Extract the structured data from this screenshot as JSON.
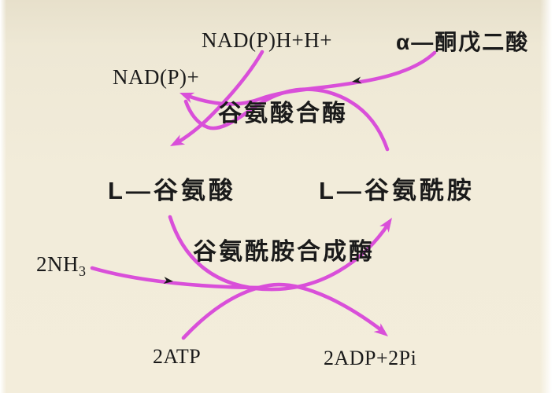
{
  "slide": {
    "molecules": {
      "nadph": "NAD(P)H+H+",
      "nadp": "NAD(P)+",
      "alpha_ketoglutarate": "α—酮戊二酸",
      "l_glutamate": "L—谷氨酸",
      "l_glutamine": "L—谷氨酰胺",
      "ammonia_base": "2NH",
      "ammonia_subscript": "3",
      "atp": "2ATP",
      "adp_pi": "2ADP+2Pi"
    },
    "enzymes": {
      "glutamate_synthase": "谷氨酸合酶",
      "glutamine_synthetase": "谷氨酰胺合成酶"
    },
    "arrows": [
      {
        "id": "top-cycle-arc",
        "from": "L—谷氨酰胺",
        "toward": "NAD(P)+ / 谷氨酸合酶",
        "style": "curved",
        "color": "#d94fd9"
      },
      {
        "id": "alpha-kg-input",
        "from": "α—酮戊二酸",
        "toward": "NAD(P)+",
        "style": "curved",
        "color": "#d94fd9",
        "direction_marker": "black"
      },
      {
        "id": "nadph-to-glutamate",
        "from": "NAD(P)H+H+",
        "toward": "L—谷氨酸",
        "style": "curved",
        "color": "#d94fd9"
      },
      {
        "id": "bottom-cycle-arc",
        "from": "L—谷氨酸",
        "toward": "L—谷氨酰胺",
        "style": "curved",
        "color": "#d94fd9"
      },
      {
        "id": "atp-to-adp",
        "from": "2ATP",
        "toward": "2ADP+2Pi",
        "style": "curved",
        "color": "#d94fd9"
      },
      {
        "id": "ammonia-input",
        "from": "2NH3",
        "toward": "cycle-bottom",
        "style": "curved",
        "color": "#d94fd9",
        "direction_marker": "black"
      }
    ],
    "colors": {
      "arrow_magenta": "#d94fd9",
      "direction_marker_black": "#1b1b1b",
      "text": "#1a1a1a",
      "background_cream": "#f1ebd9"
    }
  }
}
